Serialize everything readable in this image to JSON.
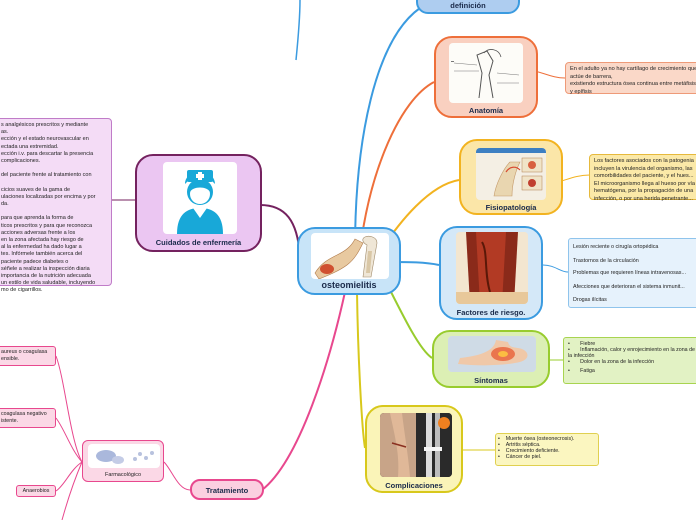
{
  "central": {
    "label": "osteomielitis"
  },
  "branches": {
    "definicion": {
      "label": "definición"
    },
    "anatomia": {
      "label": "Anatomía",
      "note": "En el adulto ya no hay cartílago de crecimiento que actúe de barrera,\nexistiendo estructura ósea continua entre metáfisis y epífisis"
    },
    "fisiopatologia": {
      "label": "Fisiopatología",
      "note": "Los factores asociados con la patogenia incluyen la virulencia del organismo, las comorbilidades del paciente, y el hues... El microorganismo llega al hueso por vía hematógena, por la propagación de una infección, o por una herida penetrante..."
    },
    "factores": {
      "label": "Factores de riesgo.",
      "items": [
        "Lesión reciente o cirugía ortopédica",
        "Trastornos de la circulación",
        "Problemas que requieren líneas intravenosas...",
        "Afecciones que deterioran el sistema inmunit...",
        "Drogas ilícitas"
      ]
    },
    "sintomas": {
      "label": "Síntomas",
      "items": [
        "Fiebre",
        "Inflamación, calor y enrojecimiento en la zona de la infección",
        "Dolor en la zona de la infección",
        "Fatiga"
      ]
    },
    "complicaciones": {
      "label": "Complicaciones",
      "items": [
        "Muerte ósea (osteonecrosis).",
        "Artritis séptica.",
        "Crecimiento deficiente.",
        "Cáncer de piel."
      ]
    },
    "cuidados": {
      "label": "Cuidados de enfermería",
      "note_lines": [
        "s analgésicos prescritos y mediante",
        "as.",
        "ección y el estado neurovascular en",
        "ectada una extremidad.",
        "ección i.v. para descartar la presencia",
        "complicaciones.",
        "",
        "del paciente frente al tratamiento con",
        "",
        "cicios suaves de la gama de",
        "ulaciones localizadas por encima y por",
        "da.",
        "",
        "para que aprenda la forma de",
        "ticos prescritos y para que reconozca",
        "acciones adversas frente a los",
        "en la zona afectada hay riesgo de",
        "al la enfermedad ha dado lugar a",
        "tes. Infórmele también acerca del",
        "paciente padece diabetes o",
        "séñele a realizar la inspección diaria",
        "importancia de la nutrición adecuada",
        "un estilo de vida saludable, incluyendo",
        "mo de cigarrillos."
      ]
    },
    "tratamiento": {
      "label": "Tratamiento",
      "farmacologico": "Farmacológico",
      "leaves": [
        "aureus o coagulasa\nensible.",
        "coagulasa negativo\nistente.",
        "Anaerobios"
      ]
    }
  },
  "colors": {
    "orange": "#ee6f3a",
    "gold": "#f2b320",
    "blue": "#3b9be0",
    "green": "#98cc2e",
    "yellow": "#d8c81c",
    "purple": "#74225f",
    "pink": "#e8488e"
  }
}
